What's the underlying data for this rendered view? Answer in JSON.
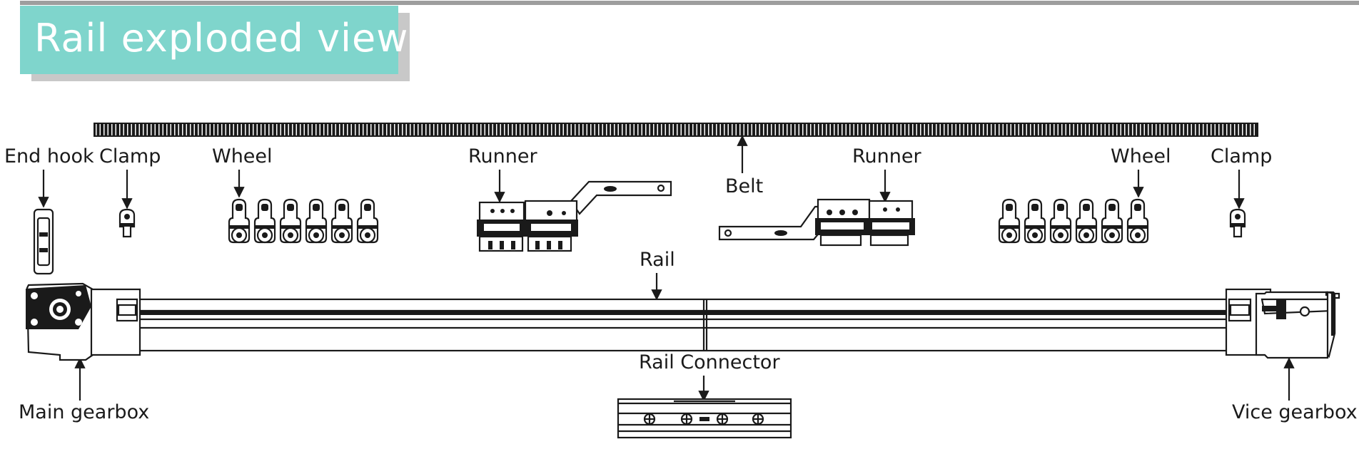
{
  "title": "Rail exploded view",
  "colors": {
    "title_bg": "#7fd5cc",
    "title_shadow": "#c8c8c8",
    "top_rule": "#9e9e9e",
    "line": "#1a1a1a"
  },
  "labels": {
    "end_hook": "End hook",
    "clamp_left": "Clamp",
    "wheel_left": "Wheel",
    "runner_left": "Runner",
    "belt": "Belt",
    "runner_right": "Runner",
    "wheel_right": "Wheel",
    "clamp_right": "Clamp",
    "rail": "Rail",
    "rail_connector": "Rail Connector",
    "main_gearbox": "Main gearbox",
    "vice_gearbox": "Vice gearbox"
  }
}
